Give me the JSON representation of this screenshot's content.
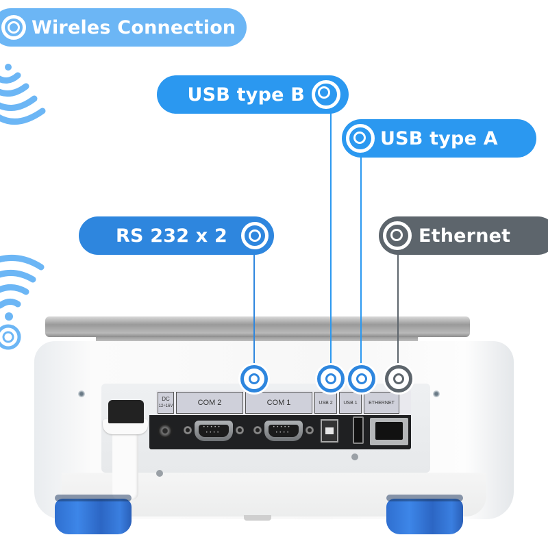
{
  "callouts": {
    "wireless": {
      "label": "Wireles Connection",
      "color": "#6cb6f5"
    },
    "usb_b": {
      "label": "USB type B",
      "color": "#2b98f0"
    },
    "usb_a": {
      "label": "USB type A",
      "color": "#2b98f0"
    },
    "rs232": {
      "label": "RS 232 x 2",
      "color": "#2e86de"
    },
    "ethernet": {
      "label": "Ethernet",
      "color": "#5d656c"
    }
  },
  "port_labels": {
    "dc": "DC",
    "dc_voltage": "12÷16V",
    "com2": "COM 2",
    "com1": "COM 1",
    "usb2": "USB 2",
    "usb1": "USB 1",
    "ethernet": "ETHERNET"
  },
  "icons": {
    "wireless_top": "wifi-signal-icon",
    "wireless_side": "wifi-signal-icon",
    "target_ring": "target-ring-icon"
  },
  "colors": {
    "accent_blue": "#2e86de",
    "light_blue": "#6cb6f5",
    "ethernet_grey": "#5d656c",
    "foot_blue": "#3479db"
  }
}
